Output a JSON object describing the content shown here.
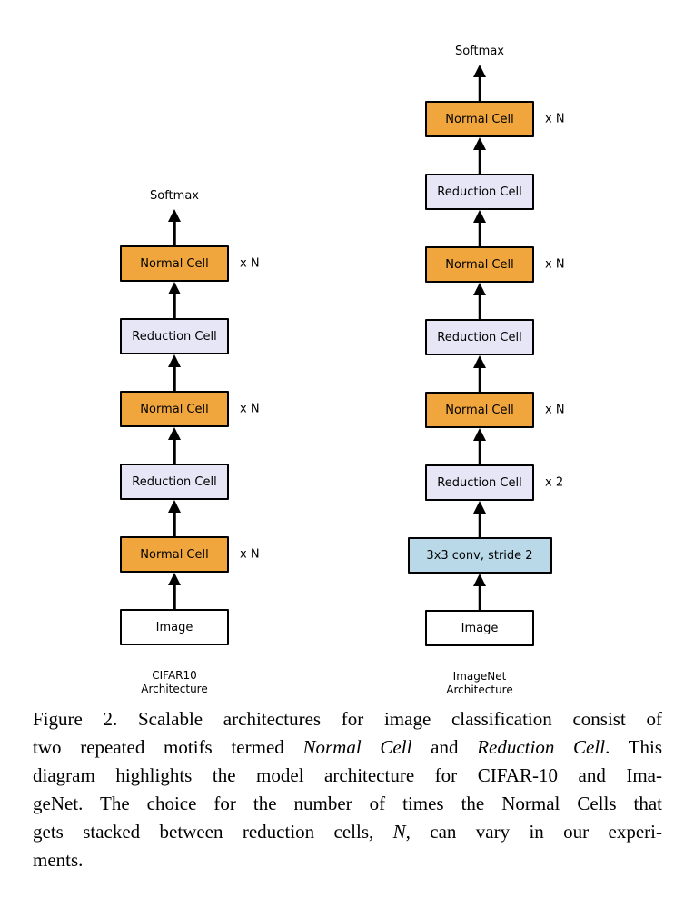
{
  "diagram": {
    "colors": {
      "normal": "#F0A63C",
      "reduction": "#E6E6F6",
      "conv": "#B9D9E8",
      "image": "#FFFFFF",
      "border": "#000000"
    },
    "columns": [
      {
        "name": "cifar10",
        "top_label": "Softmax",
        "cells": [
          {
            "label": "Normal Cell",
            "type": "normal",
            "mult": "x N"
          },
          {
            "label": "Reduction Cell",
            "type": "reduction",
            "mult": ""
          },
          {
            "label": "Normal Cell",
            "type": "normal",
            "mult": "x N"
          },
          {
            "label": "Reduction Cell",
            "type": "reduction",
            "mult": ""
          },
          {
            "label": "Normal Cell",
            "type": "normal",
            "mult": "x N"
          },
          {
            "label": "Image",
            "type": "image",
            "mult": ""
          }
        ],
        "caption_lines": [
          "CIFAR10",
          "Architecture"
        ]
      },
      {
        "name": "imagenet",
        "top_label": "Softmax",
        "cells": [
          {
            "label": "Normal Cell",
            "type": "normal",
            "mult": "x N"
          },
          {
            "label": "Reduction Cell",
            "type": "reduction",
            "mult": ""
          },
          {
            "label": "Normal Cell",
            "type": "normal",
            "mult": "x N"
          },
          {
            "label": "Reduction Cell",
            "type": "reduction",
            "mult": ""
          },
          {
            "label": "Normal Cell",
            "type": "normal",
            "mult": "x N"
          },
          {
            "label": "Reduction Cell",
            "type": "reduction",
            "mult": "x 2"
          },
          {
            "label": "3x3 conv, stride 2",
            "type": "conv",
            "mult": ""
          },
          {
            "label": "Image",
            "type": "image",
            "mult": ""
          }
        ],
        "caption_lines": [
          "ImageNet",
          "Architecture"
        ]
      }
    ]
  },
  "figure_caption": {
    "lines": [
      [
        {
          "t": "Figure 2. Scalable architectures for image classification consist of"
        }
      ],
      [
        {
          "t": "two repeated motifs termed "
        },
        {
          "t": "Normal Cell",
          "i": true
        },
        {
          "t": " and "
        },
        {
          "t": "Reduction Cell",
          "i": true
        },
        {
          "t": ". This"
        }
      ],
      [
        {
          "t": "diagram highlights the model architecture for CIFAR-10 and Ima-"
        }
      ],
      [
        {
          "t": "geNet. The choice for the number of times the Normal Cells that"
        }
      ],
      [
        {
          "t": "gets stacked between reduction cells, "
        },
        {
          "t": "N",
          "i": true
        },
        {
          "t": ", can vary in our experi-"
        }
      ],
      [
        {
          "t": "ments."
        }
      ]
    ]
  }
}
